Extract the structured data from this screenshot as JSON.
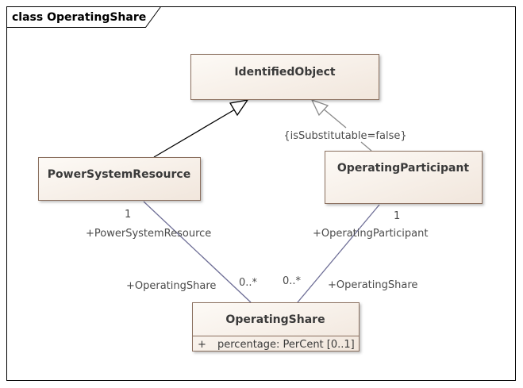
{
  "frame": {
    "title": "class OperatingShare"
  },
  "classes": {
    "identified_object": {
      "name": "IdentifiedObject"
    },
    "power_system_resource": {
      "name": "PowerSystemResource"
    },
    "operating_participant": {
      "name": "OperatingParticipant"
    },
    "operating_share": {
      "name": "OperatingShare",
      "attributes": [
        {
          "visibility": "+",
          "text": "percentage: PerCent [0..1]"
        }
      ]
    }
  },
  "generalizations": {
    "operating_participant_constraint": "{isSubstitutable=false}"
  },
  "associations": {
    "psr_share": {
      "psr_end_multiplicity": "1",
      "psr_end_role": "+PowerSystemResource",
      "share_end_role": "+OperatingShare",
      "share_end_multiplicity": "0..*"
    },
    "participant_share": {
      "participant_end_multiplicity": "1",
      "participant_end_role": "+OperatingParticipant",
      "share_end_multiplicity": "0..*",
      "share_end_role": "+OperatingShare"
    }
  },
  "colors": {
    "box_fill_light": "#fdfaf6",
    "box_fill_dark": "#f1e6dc",
    "box_border": "#8b6f5e",
    "association_line": "#6e6e96",
    "generalization_black": "#000000",
    "generalization_gray": "#8a8a8a"
  }
}
